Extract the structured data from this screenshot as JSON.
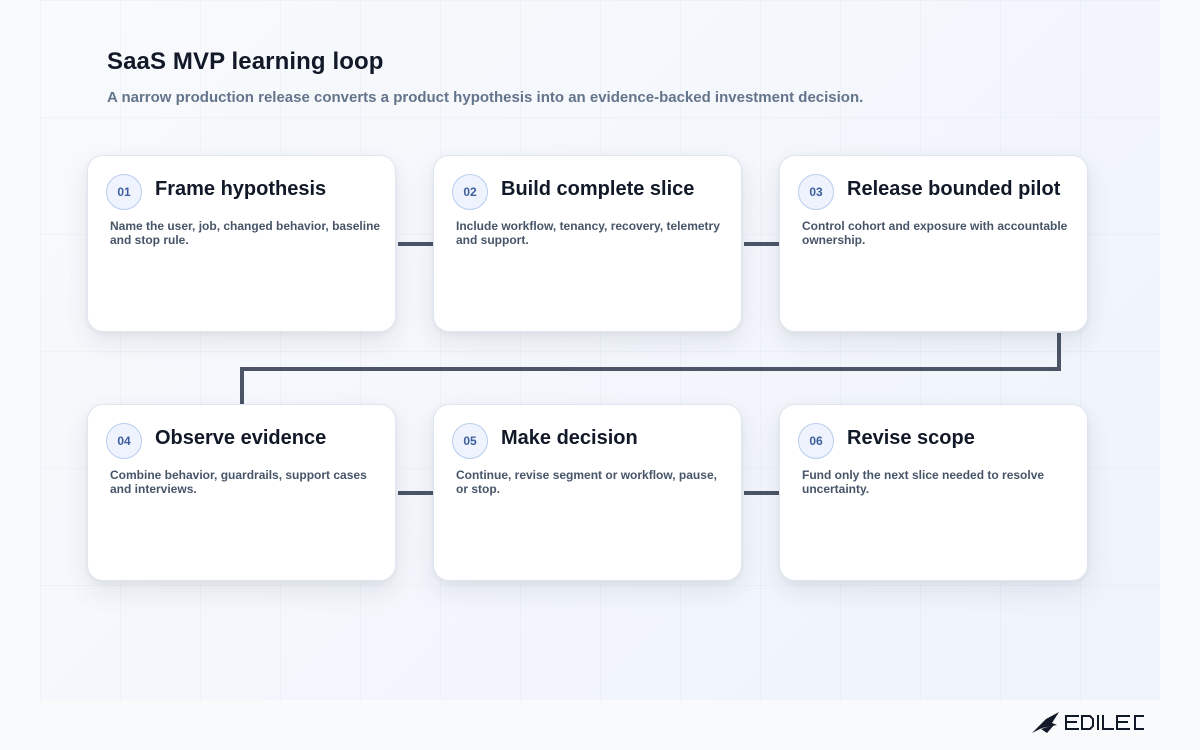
{
  "header": {
    "title": "SaaS MVP learning loop",
    "subtitle": "A narrow production release converts a product hypothesis into an evidence-backed investment decision."
  },
  "steps": [
    {
      "number": "01",
      "title": "Frame hypothesis",
      "description": "Name the user, job, changed behavior, baseline and stop rule."
    },
    {
      "number": "02",
      "title": "Build complete slice",
      "description": "Include workflow, tenancy, recovery, telemetry and support."
    },
    {
      "number": "03",
      "title": "Release bounded pilot",
      "description": "Control cohort and exposure with accountable ownership."
    },
    {
      "number": "04",
      "title": "Observe evidence",
      "description": "Combine behavior, guardrails, support cases and interviews."
    },
    {
      "number": "05",
      "title": "Make decision",
      "description": "Continue, revise segment or workflow, pause, or stop."
    },
    {
      "number": "06",
      "title": "Revise scope",
      "description": "Fund only the next slice needed to resolve uncertainty."
    }
  ],
  "brand": {
    "logo_text": "EDILEC",
    "icon": "stylized-bird-icon"
  },
  "colors": {
    "connector": "#4b5567",
    "badge_text": "#3d5f9e",
    "badge_border": "#b9cdef",
    "title_text": "#111827",
    "body_text": "#475569",
    "subtitle_text": "#64748b"
  }
}
